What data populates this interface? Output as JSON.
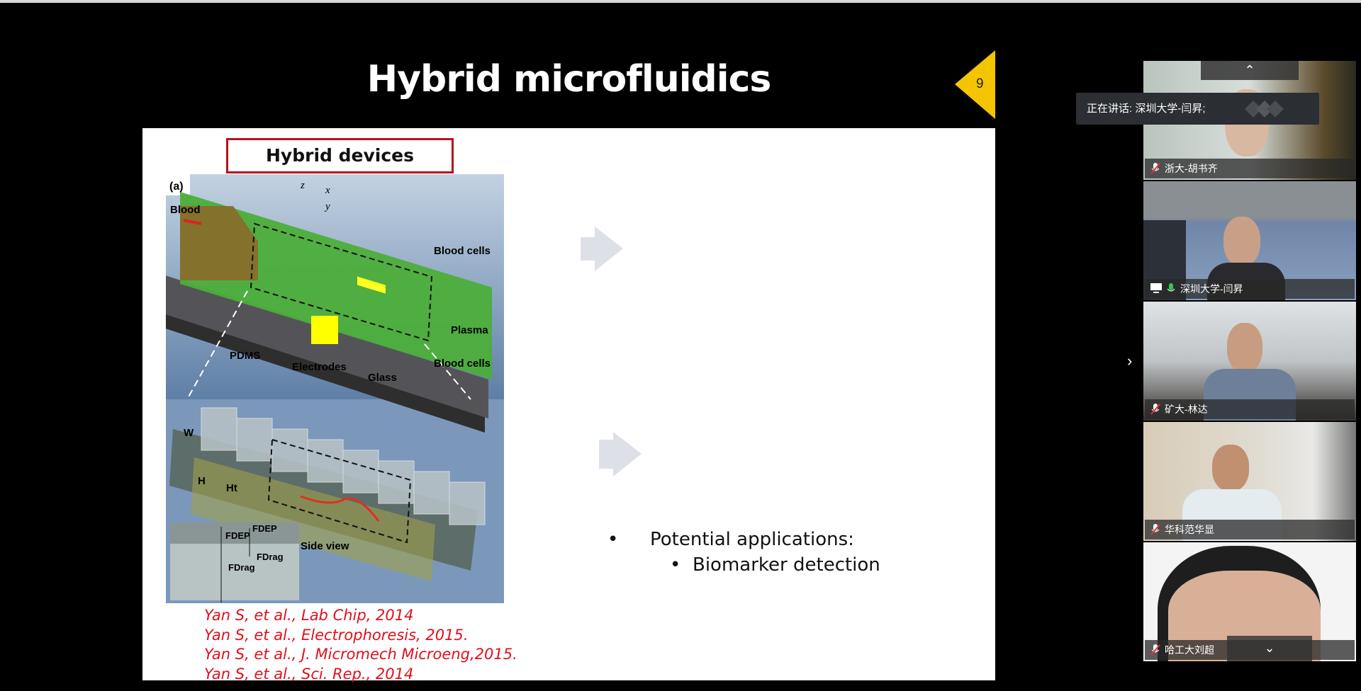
{
  "slide": {
    "title": "Hybrid microfluidics",
    "number": "9",
    "box_title": "Hybrid devices",
    "figure_labels": {
      "panel": "(a)",
      "blood": "Blood",
      "blood_cells_top": "Blood cells",
      "plasma": "Plasma",
      "blood_cells_bottom": "Blood cells",
      "pdms": "PDMS",
      "electrodes": "Electrodes",
      "glass": "Glass",
      "axis_z": "z",
      "axis_x": "x",
      "axis_y": "y",
      "w": "W",
      "h": "H",
      "ht": "Ht",
      "fdep1": "FDEP",
      "fdep2": "FDEP",
      "fdrag1": "FDrag",
      "fdrag2": "FDrag",
      "side_view": "Side view"
    },
    "citations": [
      "Yan S, et al., Lab Chip,  2014",
      "Yan S, et al., Electrophoresis, 2015.",
      "Yan S, et al., J. Micromech Microeng,2015.",
      "Yan S, et al., Sci. Rep., 2014"
    ],
    "bullets": {
      "main": "Potential applications:",
      "sub": "Biomarker detection",
      "dot": "•"
    }
  },
  "meeting": {
    "speaking_tooltip": "正在讲话: 深圳大学-闫昇;",
    "scroll_up": "⌃",
    "scroll_down": "⌄",
    "expand": "›",
    "participants": [
      {
        "name": "浙大-胡书齐",
        "muted": true
      },
      {
        "name": "深圳大学-闫昇",
        "muted": false,
        "sharing": true
      },
      {
        "name": "矿大-林达",
        "muted": true
      },
      {
        "name": "华科范华显",
        "muted": true
      },
      {
        "name": "哈工大刘超",
        "muted": true
      }
    ],
    "colors": {
      "mic_active": "#2ecc40",
      "mic_muted": "#e03040",
      "slide_number_bg": "#f5c400"
    }
  }
}
